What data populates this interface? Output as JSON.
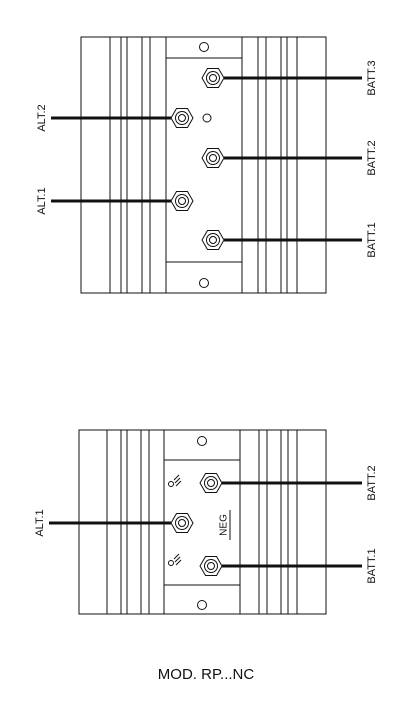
{
  "top_unit": {
    "labels": {
      "alt2": "ALT.2",
      "alt1": "ALT.1",
      "batt3": "BATT.3",
      "batt2": "BATT.2",
      "batt1": "BATT.1"
    }
  },
  "bottom_unit": {
    "labels": {
      "alt1": "ALT.1",
      "batt2": "BATT.2",
      "batt1": "BATT.1",
      "neg": "NEG"
    }
  },
  "caption": "MOD. RP...NC",
  "colors": {
    "line": "#111111",
    "background": "#ffffff"
  }
}
